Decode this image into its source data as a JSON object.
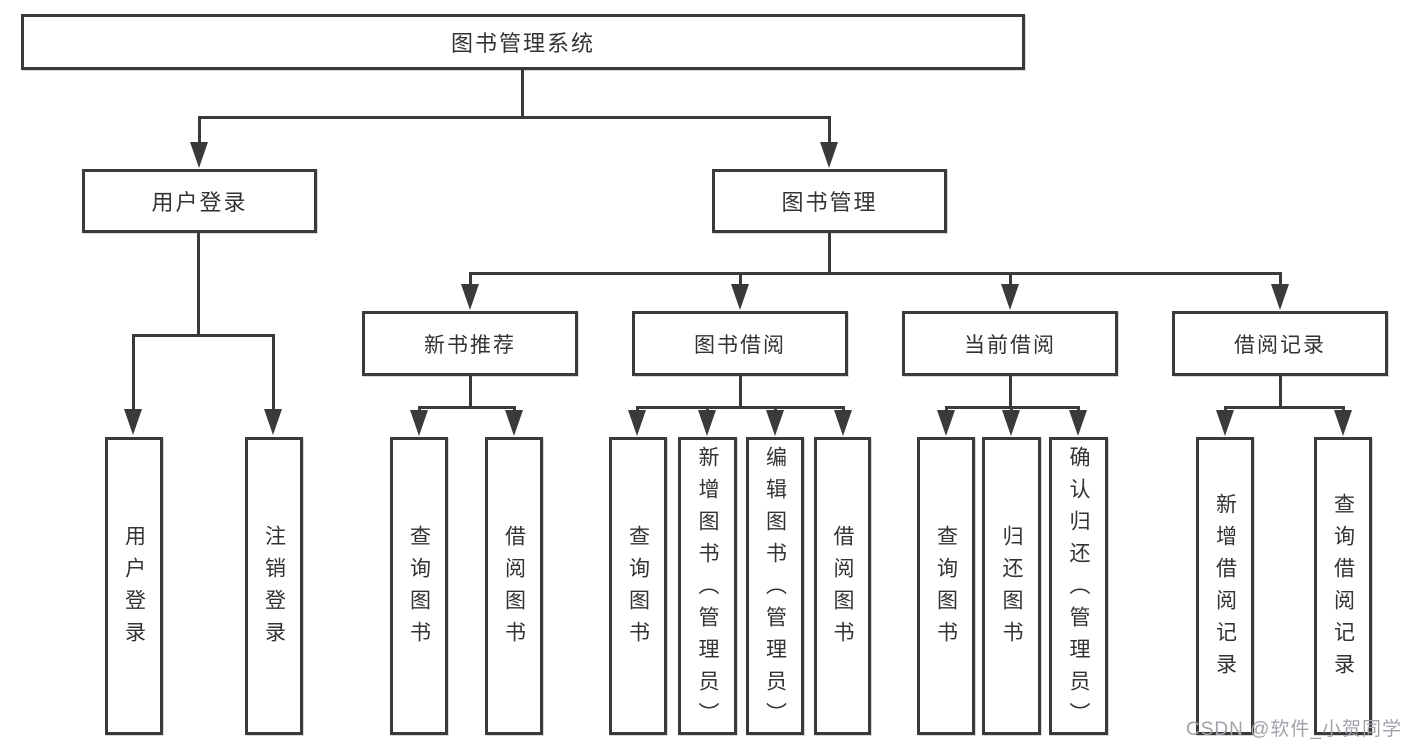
{
  "tree": {
    "label": "图书管理系统",
    "children": [
      {
        "label": "用户登录",
        "children": [
          {
            "label": "用户登录"
          },
          {
            "label": "注销登录"
          }
        ]
      },
      {
        "label": "图书管理",
        "children": [
          {
            "label": "新书推荐",
            "children": [
              {
                "label": "查询图书"
              },
              {
                "label": "借阅图书"
              }
            ]
          },
          {
            "label": "图书借阅",
            "children": [
              {
                "label": "查询图书"
              },
              {
                "label": "新增图书（管理员）"
              },
              {
                "label": "编辑图书（管理员）"
              },
              {
                "label": "借阅图书"
              }
            ]
          },
          {
            "label": "当前借阅",
            "children": [
              {
                "label": "查询图书"
              },
              {
                "label": "归还图书"
              },
              {
                "label": "确认归还（管理员）"
              }
            ]
          },
          {
            "label": "借阅记录",
            "children": [
              {
                "label": "新增借阅记录"
              },
              {
                "label": "查询借阅记录"
              }
            ]
          }
        ]
      }
    ]
  },
  "watermark": {
    "text": "CSDN @软件_小贺同学"
  },
  "colors": {
    "line": "#3a3a3a",
    "text": "#333333",
    "box_background": "#ffffff",
    "watermark": "#a2a2aa"
  }
}
